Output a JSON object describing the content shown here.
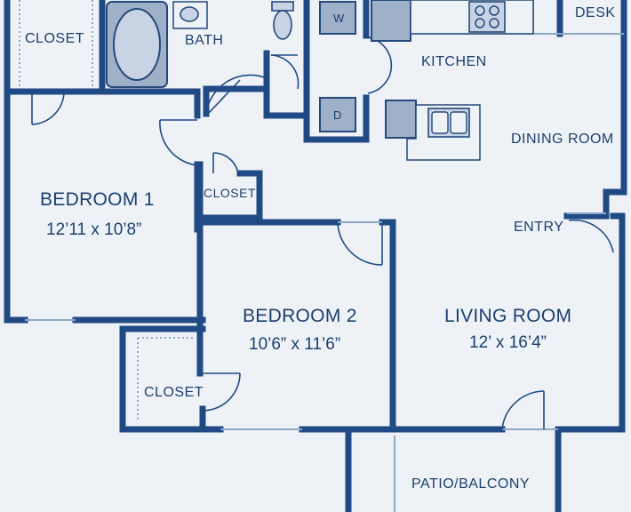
{
  "colors": {
    "wall": "#1f4a83",
    "floor": "#eef2f7",
    "text": "#1d3f6e",
    "fixture": "#9fb1c8"
  },
  "rooms": {
    "closet_top": "CLOSET",
    "bath": "BATH",
    "kitchen": "KITCHEN",
    "desk": "DESK",
    "dining": "DINING ROOM",
    "bedroom1": {
      "name": "BEDROOM 1",
      "dims": "12’11 x 10’8”"
    },
    "closet_mid": "CLOSET",
    "entry": "ENTRY",
    "bedroom2": {
      "name": "BEDROOM 2",
      "dims": "10’6” x 11’6”"
    },
    "living": {
      "name": "LIVING ROOM",
      "dims": "12’ x 16’4”"
    },
    "closet_bottom": "CLOSET",
    "patio": "PATIO/BALCONY"
  },
  "appliances": {
    "washer": "W",
    "dryer": "D"
  }
}
